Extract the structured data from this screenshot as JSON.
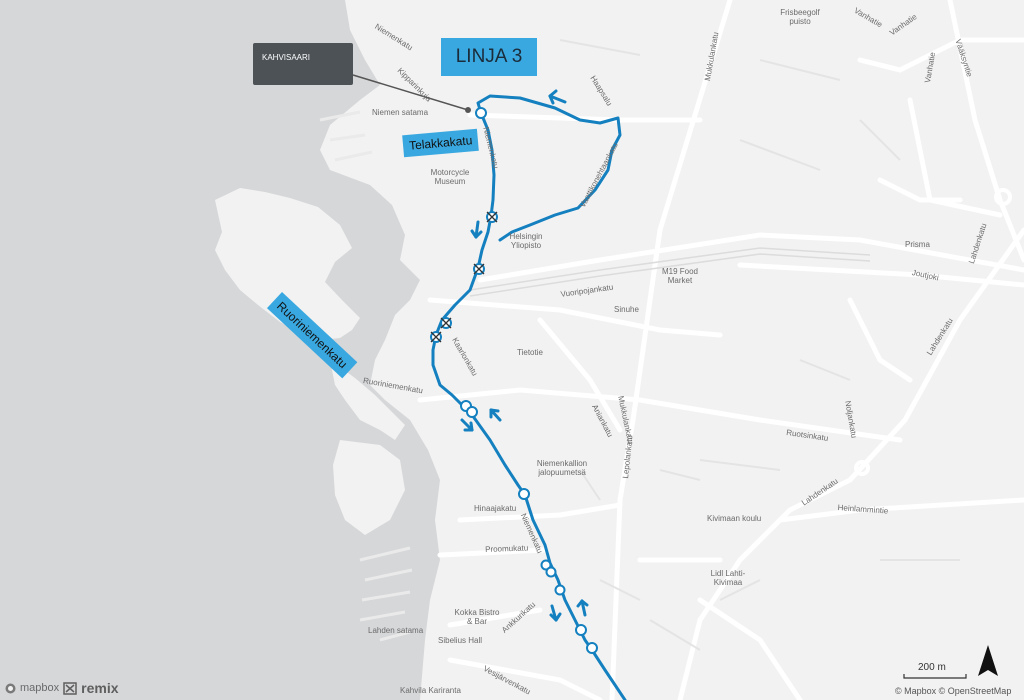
{
  "map": {
    "route_name": "LINJA 3",
    "callout_stop": "KAHVISAARI",
    "street_badges": {
      "telakkakatu": "Telakkakatu",
      "ruoriniemenkatu": "Ruoriniemenkatu"
    },
    "places": {
      "frisbeegolf": "Frisbeegolf puisto",
      "niemen_satama": "Niemen satama",
      "motorcycle": "Motorcycle Museum",
      "helsingin": "Helsingin Yliopisto",
      "m19": "M19 Food Market",
      "prisma": "Prisma",
      "sinuhe": "Sinuhe",
      "niemenkallion": "Niemenkallion jalopuumetsä",
      "kivimaan": "Kivimaan koulu",
      "lidl": "Lidl Lahti-Kivimaa",
      "kokka": "Kokka Bistro & Bar",
      "sibelius": "Sibelius Hall",
      "lahden_satama": "Lahden satama",
      "kahvila": "Kahvila Kariranta"
    },
    "streets": {
      "niemenkatu_n": "Niemenkatu",
      "kippari": "Kipparinkuja",
      "niemenkatu_mid": "Niemenkatu",
      "haapsaluja": "Haapsalu",
      "vaattikoneht": "Vaattikoneht­aankatu",
      "mukkulankatu_n": "Mukkulankatu",
      "vanhatie_a": "Vanhatie",
      "vanhatie_b": "Vanhatie",
      "vanhatie_c": "Vanhatie",
      "vaaksyntie": "Vääksyntie",
      "lahdenkatu_a": "Lahdenkatu",
      "lahdenkatu_b": "Lahdenkatu",
      "lahdenkatu_c": "Lahdenkatu",
      "joutjoki": "Joutjoki",
      "vuoripojankatu": "Vuoripojankatu",
      "kaarlonkatu": "Kaarlonkatu",
      "tietotie": "Tietotie",
      "ruoriniemenkatu_small": "Ruoriniemenkatu",
      "anianka": "Aniankatu",
      "mukkulankatu_s": "Mukkulankatu",
      "ruotsinkatu": "Ruotsinkatu",
      "noljankatu": "Noljankatu",
      "hinaajakatu": "Hinaajakatu",
      "niemenkatu_s": "Niemenkatu",
      "lepolankatu": "Lepolankatu",
      "heinlammintie": "Heinlammintie",
      "proomukatu": "Proomukatu",
      "ankkurikatu": "Ankkurikatu",
      "vesijarvenkatu": "Vesijärvenkatu"
    },
    "scale_text": "200 m",
    "attribution": "© Mapbox © OpenStreetMap",
    "brand_mapbox": "mapbox",
    "brand_remix": "remix",
    "colors": {
      "route": "#1480bf",
      "badge": "#3aa8e0",
      "water": "#d6d7d9",
      "land": "#f2f2f2",
      "roads": "#ffffff"
    },
    "icons": [
      "north-arrow-icon",
      "mapbox-logo-icon",
      "remix-logo-icon",
      "stop-icon",
      "closed-stop-icon",
      "direction-arrow-icon"
    ]
  }
}
